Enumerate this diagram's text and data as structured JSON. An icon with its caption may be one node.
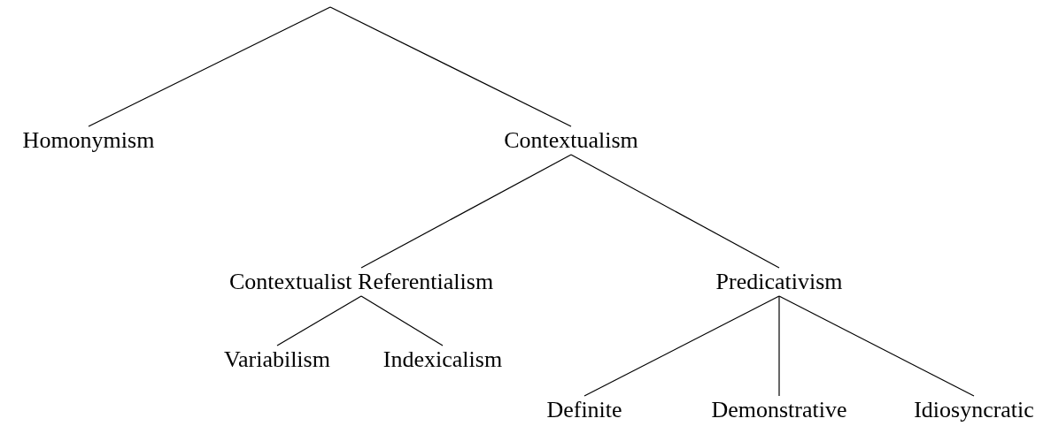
{
  "diagram": {
    "nodes": [
      {
        "text": [
          "Homonymism"
        ]
      },
      {
        "text": [
          "Contextualism"
        ]
      },
      {
        "text": [
          "Contextualist Referentialism"
        ]
      },
      {
        "text": [
          "Predicativism"
        ]
      },
      {
        "text": [
          "Variabilism"
        ]
      },
      {
        "text": [
          "Indexicalism"
        ]
      },
      {
        "text": [
          "Definite"
        ]
      },
      {
        "text": [
          "Demonstrative"
        ]
      },
      {
        "text": [
          "Idiosyncratic"
        ]
      }
    ],
    "edges": [
      {
        "from": null,
        "to": 0,
        "arrow": "none"
      },
      {
        "from": null,
        "to": 1,
        "arrow": "none"
      },
      {
        "from": 1,
        "to": 2,
        "arrow": "none"
      },
      {
        "from": 1,
        "to": 3,
        "arrow": "none"
      },
      {
        "from": 2,
        "to": 4,
        "arrow": "none"
      },
      {
        "from": 2,
        "to": 5,
        "arrow": "none"
      },
      {
        "from": 3,
        "to": 6,
        "arrow": "none"
      },
      {
        "from": 3,
        "to": 7,
        "arrow": "none"
      },
      {
        "from": 3,
        "to": 8,
        "arrow": "none"
      }
    ]
  }
}
